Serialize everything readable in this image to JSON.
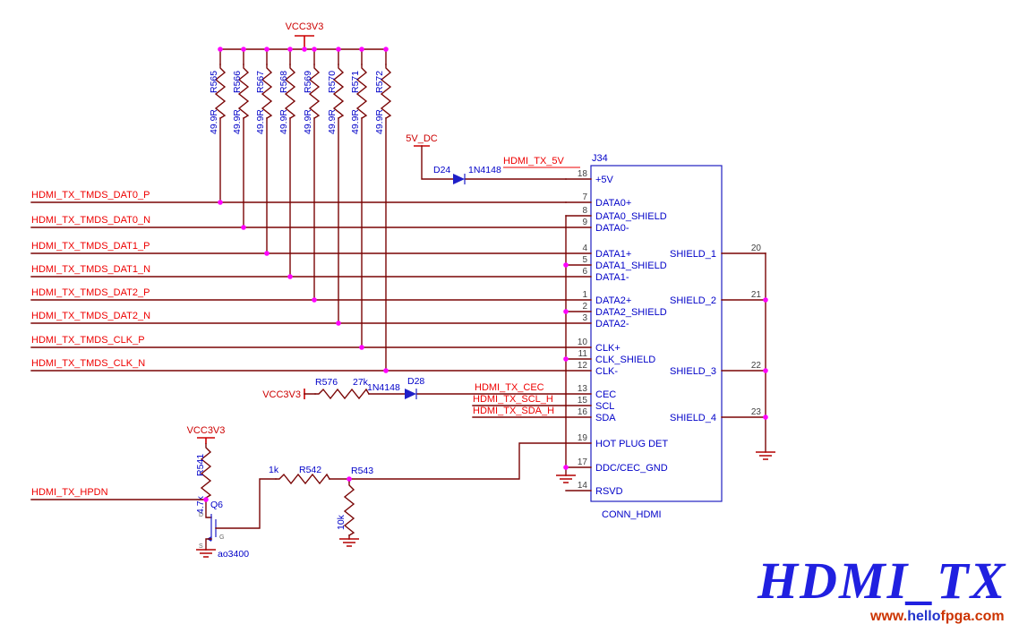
{
  "colors": {
    "wire": "#7a0505",
    "net_label": "#ee0000",
    "power": "#cc0000",
    "component": "#0000c8",
    "junction": "#ff00ff",
    "pin_number": "#3f3f3f",
    "title": "#2020e0",
    "watermark": "#cc3300"
  },
  "power_ports": {
    "vcc3v3_top": "VCC3V3",
    "v5_dc": "5V_DC",
    "vcc3v3_cec": "VCC3V3",
    "vcc3v3_hpd": "VCC3V3"
  },
  "pullups": [
    {
      "ref": "R565",
      "val": "49.9R"
    },
    {
      "ref": "R566",
      "val": "49.9R"
    },
    {
      "ref": "R567",
      "val": "49.9R"
    },
    {
      "ref": "R568",
      "val": "49.9R"
    },
    {
      "ref": "R569",
      "val": "49.9R"
    },
    {
      "ref": "R570",
      "val": "49.9R"
    },
    {
      "ref": "R571",
      "val": "49.9R"
    },
    {
      "ref": "R572",
      "val": "49.9R"
    }
  ],
  "tmds_nets": [
    "HDMI_TX_TMDS_DAT0_P",
    "HDMI_TX_TMDS_DAT0_N",
    "HDMI_TX_TMDS_DAT1_P",
    "HDMI_TX_TMDS_DAT1_N",
    "HDMI_TX_TMDS_DAT2_P",
    "HDMI_TX_TMDS_DAT2_N",
    "HDMI_TX_TMDS_CLK_P",
    "HDMI_TX_TMDS_CLK_N"
  ],
  "v5_circuit": {
    "d_ref": "D24",
    "d_type": "1N4148",
    "net": "HDMI_TX_5V"
  },
  "cec_circuit": {
    "r_ref": "R576",
    "r_val": "27k",
    "d_type": "1N4148",
    "d_ref": "D28",
    "net_cec": "HDMI_TX_CEC",
    "net_scl": "HDMI_TX_SCL_H",
    "net_sda": "HDMI_TX_SDA_H"
  },
  "hpd_circuit": {
    "net": "HDMI_TX_HPDN",
    "r541_ref": "R541",
    "r541_val": "4.7k",
    "r542_ref": "R542",
    "r542_val": "1k",
    "r543_ref": "R543",
    "r543_val": "10k",
    "q_ref": "Q6",
    "q_val": "ao3400",
    "pin_d": "D",
    "pin_g": "G",
    "pin_s": "S"
  },
  "connector": {
    "ref": "J34",
    "footprint": "CONN_HDMI",
    "left_pins": [
      {
        "num": "18",
        "name": "+5V"
      },
      {
        "num": "7",
        "name": "DATA0+"
      },
      {
        "num": "8",
        "name": "DATA0_SHIELD"
      },
      {
        "num": "9",
        "name": "DATA0-"
      },
      {
        "num": "4",
        "name": "DATA1+"
      },
      {
        "num": "5",
        "name": "DATA1_SHIELD"
      },
      {
        "num": "6",
        "name": "DATA1-"
      },
      {
        "num": "1",
        "name": "DATA2+"
      },
      {
        "num": "2",
        "name": "DATA2_SHIELD"
      },
      {
        "num": "3",
        "name": "DATA2-"
      },
      {
        "num": "10",
        "name": "CLK+"
      },
      {
        "num": "11",
        "name": "CLK_SHIELD"
      },
      {
        "num": "12",
        "name": "CLK-"
      },
      {
        "num": "13",
        "name": "CEC"
      },
      {
        "num": "15",
        "name": "SCL"
      },
      {
        "num": "16",
        "name": "SDA"
      },
      {
        "num": "19",
        "name": "HOT PLUG DET"
      },
      {
        "num": "17",
        "name": "DDC/CEC_GND"
      },
      {
        "num": "14",
        "name": "RSVD"
      }
    ],
    "right_pins": [
      {
        "num": "20",
        "name": "SHIELD_1"
      },
      {
        "num": "21",
        "name": "SHIELD_2"
      },
      {
        "num": "22",
        "name": "SHIELD_3"
      },
      {
        "num": "23",
        "name": "SHIELD_4"
      }
    ]
  },
  "title": "HDMI_TX",
  "watermark": {
    "p1": "www.",
    "p2": "hello",
    "p3": "fpga.com"
  }
}
